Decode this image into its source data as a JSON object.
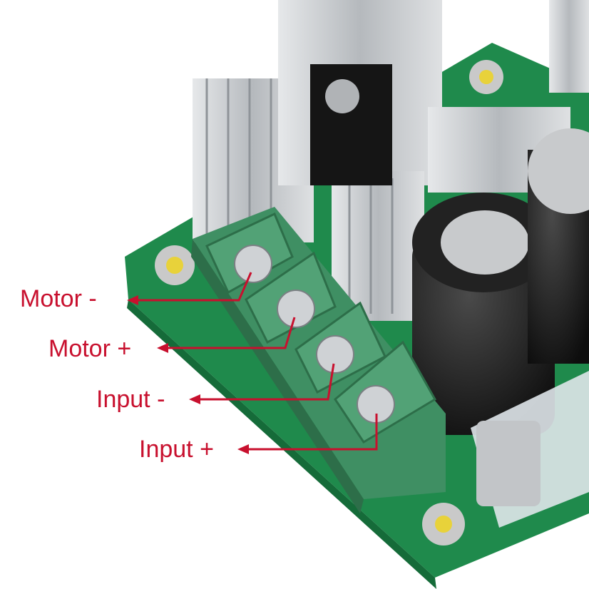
{
  "colors": {
    "label": "#c8102e",
    "pcb": "#1f8a4c",
    "terminal": "#3f8f63",
    "heatsink": "#c9ccd0",
    "capacitor": "#1a1a1a"
  },
  "labels": [
    {
      "text": "Motor -",
      "pin": "motor-negative"
    },
    {
      "text": "Motor +",
      "pin": "motor-positive"
    },
    {
      "text": "Input -",
      "pin": "input-negative"
    },
    {
      "text": "Input +",
      "pin": "input-positive"
    }
  ]
}
